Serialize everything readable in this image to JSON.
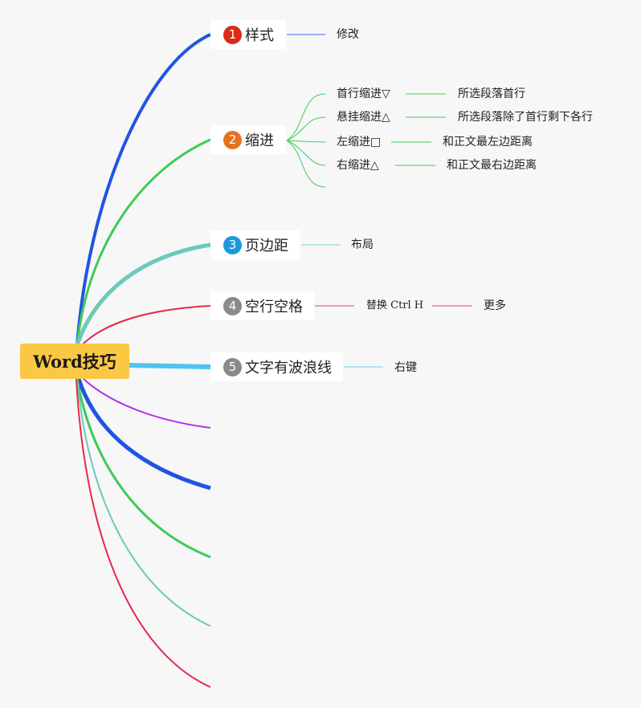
{
  "root": {
    "label": "Word技巧"
  },
  "colors": {
    "blue": "#1f55e0",
    "green": "#3ecb57",
    "teal": "#6cc9bb",
    "red": "#e6294a",
    "purple": "#b42de6",
    "skyblue": "#4fc3f0",
    "badge1": "#dc2a14",
    "badge2": "#e8711f",
    "badge3": "#1b9ad9",
    "badge45": "#8a8a8a"
  },
  "topics": [
    {
      "number": "1",
      "label": "样式",
      "children": [
        "修改"
      ]
    },
    {
      "number": "2",
      "label": "缩进",
      "children": [
        {
          "label": "首行缩进▽",
          "note": "所选段落首行"
        },
        {
          "label": "悬挂缩进△",
          "note": "所选段落除了首行剩下各行"
        },
        {
          "label": "左缩进□",
          "note": "和正文最左边距离"
        },
        {
          "label": "右缩进△",
          "note": "和正文最右边距离"
        }
      ]
    },
    {
      "number": "3",
      "label": "页边距",
      "children": [
        "布局"
      ]
    },
    {
      "number": "4",
      "label": "空行空格",
      "children": [
        "替换 Ctrl H",
        "更多"
      ]
    },
    {
      "number": "5",
      "label": "文字有波浪线",
      "children": [
        "右键"
      ]
    }
  ]
}
